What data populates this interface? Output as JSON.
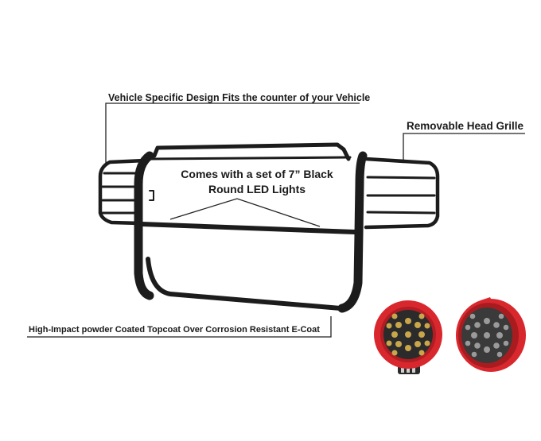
{
  "callouts": {
    "top": "Vehicle Specific Design Fits the counter of your Vehicle",
    "right": "Removable Head Grille",
    "middle_line1": "Comes with a set of 7” Black",
    "middle_line2": "Round LED Lights",
    "bottom": "High-Impact powder Coated Topcoat Over Corrosion Resistant E-Coat"
  },
  "colors": {
    "background": "#ffffff",
    "guard_frame": "#1c1c1c",
    "leader_line": "#222222",
    "light_housing": "#d9272e",
    "light_lens": "#2b2b2b",
    "led_warm": "#c9a64a",
    "led_cool": "#9a9a9a"
  },
  "icons": [
    "grille-guard-illustration",
    "led-light-front-icon",
    "led-light-angled-icon"
  ]
}
